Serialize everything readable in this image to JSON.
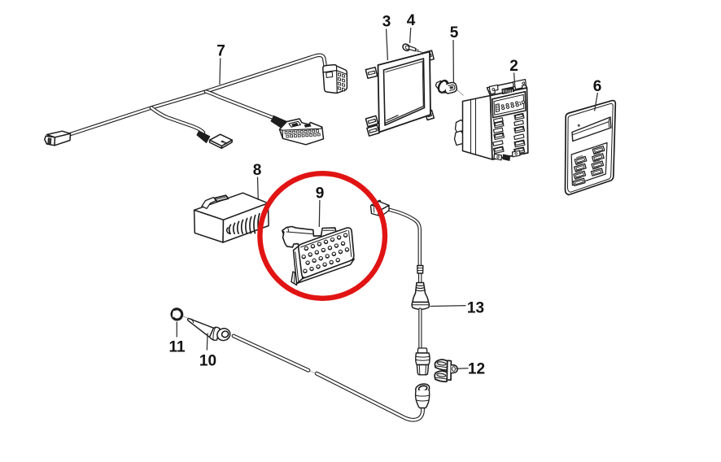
{
  "document": {
    "type": "parts-diagram",
    "description": "Exploded parts diagram of an on-board computer installation with wiring harness, highlighted position 9 (loudspeaker)",
    "background": "#ffffff"
  },
  "colors": {
    "line": "#1c1c1c",
    "label": "#111111",
    "highlight": "#e11414"
  },
  "highlight": {
    "highlighted_part": "9",
    "shape": "circle"
  },
  "parts": {
    "computer": {
      "display_text": "8888",
      "display_small_text": "1"
    }
  },
  "callouts": [
    {
      "label": "7"
    },
    {
      "label": "3"
    },
    {
      "label": "4"
    },
    {
      "label": "5"
    },
    {
      "label": "2"
    },
    {
      "label": "6"
    },
    {
      "label": "8"
    },
    {
      "label": "9"
    },
    {
      "label": "13"
    },
    {
      "label": "12"
    },
    {
      "label": "11"
    },
    {
      "label": "10"
    }
  ]
}
